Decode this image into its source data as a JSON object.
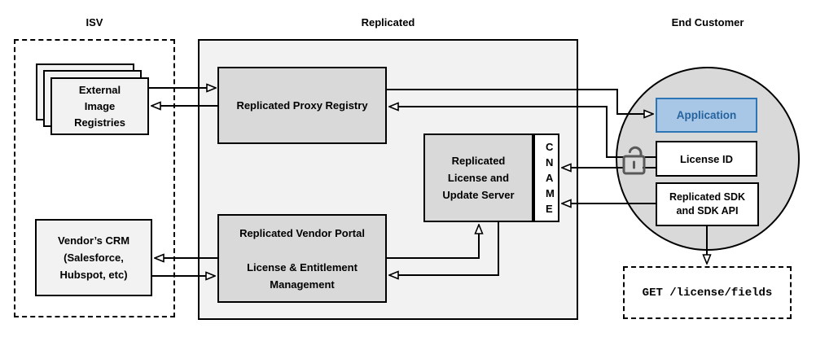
{
  "colors": {
    "border": "#000000",
    "container_fill": "#f2f2f2",
    "node_gray_fill": "#d9d9d9",
    "node_light_fill": "#f2f2f2",
    "node_white_fill": "#ffffff",
    "circle_fill": "#d9d9d9",
    "application_fill": "#a8c7e7",
    "application_border": "#2e75b6",
    "application_text": "#25639e",
    "lock_color": "#595959",
    "text_color": "#000000"
  },
  "sections": {
    "isv": {
      "label": "ISV"
    },
    "replicated": {
      "label": "Replicated"
    },
    "end_customer": {
      "label": "End Customer"
    }
  },
  "nodes": {
    "external_image_registries": {
      "label": "External\nImage\nRegistries"
    },
    "vendors_crm": {
      "label": "Vendor’s CRM\n(Salesforce,\nHubspot, etc)"
    },
    "replicated_proxy_registry": {
      "label": "Replicated Proxy Registry"
    },
    "replicated_license_update_server": {
      "label": "Replicated\nLicense and\nUpdate Server"
    },
    "cname": {
      "label": "CNAME"
    },
    "replicated_vendor_portal": {
      "label": "Replicated Vendor Portal\n\nLicense & Entitlement\nManagement"
    },
    "application": {
      "label": "Application"
    },
    "license_id": {
      "label": "License ID"
    },
    "replicated_sdk": {
      "label": "Replicated SDK\nand SDK API"
    },
    "get_license_fields": {
      "label": "GET /license/fields"
    }
  },
  "icons": {
    "unlock": "open-padlock"
  },
  "edges": [
    {
      "from": "external_image_registries",
      "to": "replicated_proxy_registry"
    },
    {
      "from": "replicated_proxy_registry",
      "to": "external_image_registries"
    },
    {
      "from": "replicated_proxy_registry",
      "to": "application"
    },
    {
      "from": "license_id",
      "to": "replicated_proxy_registry"
    },
    {
      "from": "license_id",
      "to": "cname"
    },
    {
      "from": "replicated_sdk",
      "to": "cname"
    },
    {
      "from": "replicated_vendor_portal",
      "to": "vendors_crm"
    },
    {
      "from": "vendors_crm",
      "to": "replicated_vendor_portal"
    },
    {
      "from": "replicated_vendor_portal",
      "to": "replicated_license_update_server"
    },
    {
      "from": "replicated_license_update_server",
      "to": "replicated_vendor_portal"
    },
    {
      "from": "replicated_sdk",
      "to": "get_license_fields"
    }
  ]
}
